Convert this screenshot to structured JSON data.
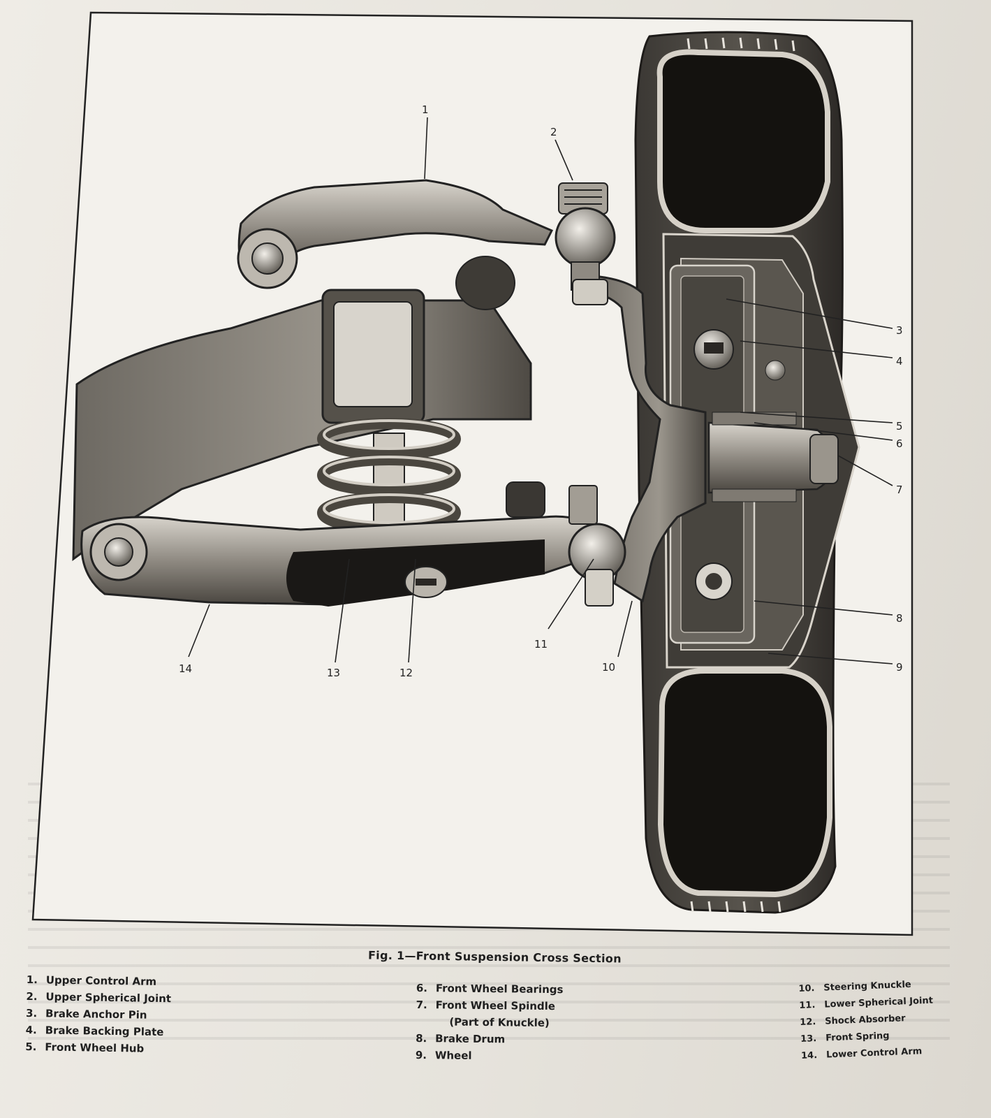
{
  "figure": {
    "caption": "Fig. 1—Front Suspension Cross Section",
    "callouts": [
      "1",
      "2",
      "3",
      "4",
      "5",
      "6",
      "7",
      "8",
      "9",
      "10",
      "11",
      "12",
      "13",
      "14"
    ]
  },
  "legend": {
    "left": [
      {
        "num": "1.",
        "label": "Upper Control Arm"
      },
      {
        "num": "2.",
        "label": "Upper Spherical Joint"
      },
      {
        "num": "3.",
        "label": "Brake Anchor Pin"
      },
      {
        "num": "4.",
        "label": "Brake Backing Plate"
      },
      {
        "num": "5.",
        "label": "Front Wheel Hub"
      }
    ],
    "middle": [
      {
        "num": "6.",
        "label": "Front Wheel Bearings"
      },
      {
        "num": "7.",
        "label": "Front Wheel Spindle"
      },
      {
        "num": "",
        "label": "(Part of Knuckle)"
      },
      {
        "num": "8.",
        "label": "Brake Drum"
      },
      {
        "num": "9.",
        "label": "Wheel"
      }
    ],
    "right": [
      {
        "num": "10.",
        "label": "Steering Knuckle"
      },
      {
        "num": "11.",
        "label": "Lower Spherical Joint"
      },
      {
        "num": "12.",
        "label": "Shock Absorber"
      },
      {
        "num": "13.",
        "label": "Front Spring"
      },
      {
        "num": "14.",
        "label": "Lower Control Arm"
      }
    ]
  },
  "colors": {
    "paper": "#e9e6e0",
    "ink": "#1e1e1e",
    "tire": "#2a2724",
    "metal": "#8c8780"
  }
}
